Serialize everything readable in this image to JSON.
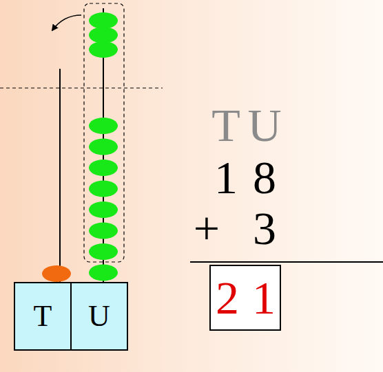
{
  "diagram": {
    "nodes": [
      {
        "text": [
          "T"
        ]
      },
      {
        "text": [
          "U"
        ]
      },
      {
        "text": [
          "2",
          "1"
        ]
      }
    ],
    "labels": [
      "T",
      "U",
      "1",
      "8",
      "+",
      "3"
    ]
  }
}
